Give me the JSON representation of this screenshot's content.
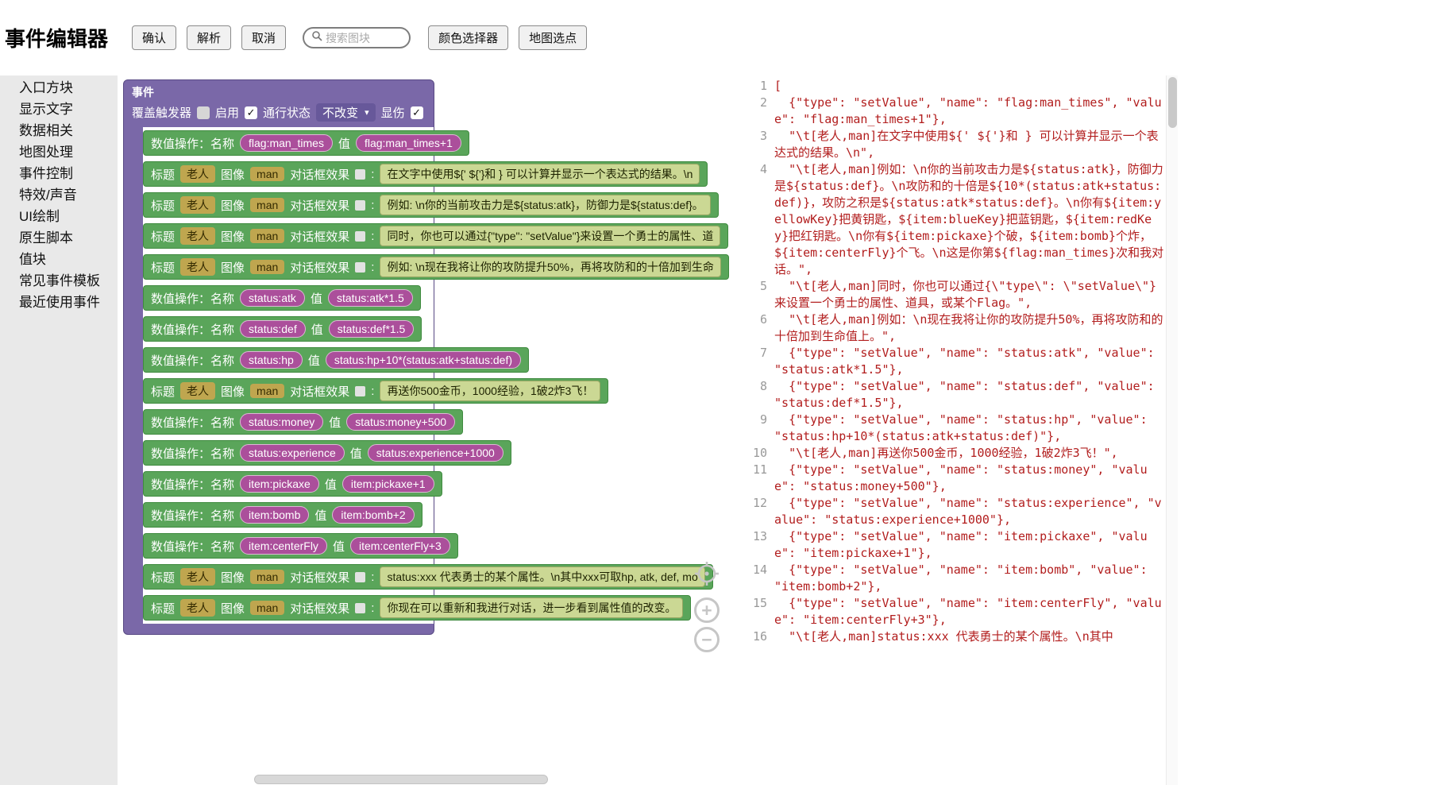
{
  "header": {
    "title": "事件编辑器",
    "confirm": "确认",
    "parse": "解析",
    "cancel": "取消",
    "search_placeholder": "搜索图块",
    "color_picker": "颜色选择器",
    "map_point": "地图选点"
  },
  "sidebar": {
    "items": [
      "入口方块",
      "显示文字",
      "数据相关",
      "地图处理",
      "事件控制",
      "特效/声音",
      "UI绘制",
      "原生脚本",
      "值块",
      "常见事件模板",
      "最近使用事件"
    ]
  },
  "canvas": {
    "labels": {
      "op": "数值操作：名称",
      "val": "值",
      "title": "标题",
      "image": "图像",
      "effect": "对话框效果",
      "colon": ":"
    },
    "event": {
      "title": "事件",
      "settings": [
        {
          "label": "覆盖触发器",
          "checked": false
        },
        {
          "label": "启用",
          "checked": true
        },
        {
          "label": "通行状态",
          "value": "不改变"
        },
        {
          "label": "显伤",
          "checked": true
        }
      ],
      "blocks": [
        {
          "kind": "setvalue",
          "name": "flag:man_times",
          "value": "flag:man_times+1"
        },
        {
          "kind": "text",
          "title": "老人",
          "image": "man",
          "text": "在文字中使用${' ${'}和 } 可以计算并显示一个表达式的结果。\\n"
        },
        {
          "kind": "text",
          "title": "老人",
          "image": "man",
          "text": "例如: \\n你的当前攻击力是${status:atk}，防御力是${status:def}。"
        },
        {
          "kind": "text",
          "title": "老人",
          "image": "man",
          "text": "同时，你也可以通过{\"type\": \"setValue\"}来设置一个勇士的属性、道"
        },
        {
          "kind": "text",
          "title": "老人",
          "image": "man",
          "text": "例如: \\n现在我将让你的攻防提升50%，再将攻防和的十倍加到生命"
        },
        {
          "kind": "setvalue",
          "name": "status:atk",
          "value": "status:atk*1.5"
        },
        {
          "kind": "setvalue",
          "name": "status:def",
          "value": "status:def*1.5"
        },
        {
          "kind": "setvalue",
          "name": "status:hp",
          "value": "status:hp+10*(status:atk+status:def)"
        },
        {
          "kind": "text",
          "title": "老人",
          "image": "man",
          "text": "再送你500金币，1000经验，1破2炸3飞！"
        },
        {
          "kind": "setvalue",
          "name": "status:money",
          "value": "status:money+500"
        },
        {
          "kind": "setvalue",
          "name": "status:experience",
          "value": "status:experience+1000"
        },
        {
          "kind": "setvalue",
          "name": "item:pickaxe",
          "value": "item:pickaxe+1"
        },
        {
          "kind": "setvalue",
          "name": "item:bomb",
          "value": "item:bomb+2"
        },
        {
          "kind": "setvalue",
          "name": "item:centerFly",
          "value": "item:centerFly+3"
        },
        {
          "kind": "text",
          "title": "老人",
          "image": "man",
          "text": "status:xxx 代表勇士的某个属性。\\n其中xxx可取hp, atk, def, mo"
        },
        {
          "kind": "text",
          "title": "老人",
          "image": "man",
          "text": "你现在可以重新和我进行对话，进一步看到属性值的改变。"
        }
      ]
    }
  },
  "code": {
    "lines": [
      {
        "num": 1,
        "text": "["
      },
      {
        "num": 2,
        "text": "  {\"type\": \"setValue\", \"name\": \"flag:man_times\", \"value\": \"flag:man_times+1\"},"
      },
      {
        "num": 3,
        "text": "  \"\\t[老人,man]在文字中使用${' ${'}和 } 可以计算并显示一个表达式的结果。\\n\","
      },
      {
        "num": 4,
        "text": "  \"\\t[老人,man]例如：\\n你的当前攻击力是${status:atk}，防御力是${status:def}。\\n攻防和的十倍是${10*(status:atk+status:def)}，攻防之积是${status:atk*status:def}。\\n你有${item:yellowKey}把黄钥匙，${item:blueKey}把蓝钥匙，${item:redKey}把红钥匙。\\n你有${item:pickaxe}个破，${item:bomb}个炸，${item:centerFly}个飞。\\n这是你第${flag:man_times}次和我对话。\","
      },
      {
        "num": 5,
        "text": "  \"\\t[老人,man]同时，你也可以通过{\\\"type\\\": \\\"setValue\\\"}来设置一个勇士的属性、道具，或某个Flag。\","
      },
      {
        "num": 6,
        "text": "  \"\\t[老人,man]例如：\\n现在我将让你的攻防提升50%，再将攻防和的十倍加到生命值上。\","
      },
      {
        "num": 7,
        "text": "  {\"type\": \"setValue\", \"name\": \"status:atk\", \"value\": \"status:atk*1.5\"},"
      },
      {
        "num": 8,
        "text": "  {\"type\": \"setValue\", \"name\": \"status:def\", \"value\": \"status:def*1.5\"},"
      },
      {
        "num": 9,
        "text": "  {\"type\": \"setValue\", \"name\": \"status:hp\", \"value\": \"status:hp+10*(status:atk+status:def)\"},"
      },
      {
        "num": 10,
        "text": "  \"\\t[老人,man]再送你500金币，1000经验，1破2炸3飞！\","
      },
      {
        "num": 11,
        "text": "  {\"type\": \"setValue\", \"name\": \"status:money\", \"value\": \"status:money+500\"},"
      },
      {
        "num": 12,
        "text": "  {\"type\": \"setValue\", \"name\": \"status:experience\", \"value\": \"status:experience+1000\"},"
      },
      {
        "num": 13,
        "text": "  {\"type\": \"setValue\", \"name\": \"item:pickaxe\", \"value\": \"item:pickaxe+1\"},"
      },
      {
        "num": 14,
        "text": "  {\"type\": \"setValue\", \"name\": \"item:bomb\", \"value\": \"item:bomb+2\"},"
      },
      {
        "num": 15,
        "text": "  {\"type\": \"setValue\", \"name\": \"item:centerFly\", \"value\": \"item:centerFly+3\"},"
      },
      {
        "num": 16,
        "text": "  \"\\t[老人,man]status:xxx 代表勇士的某个属性。\\n其中"
      }
    ]
  }
}
